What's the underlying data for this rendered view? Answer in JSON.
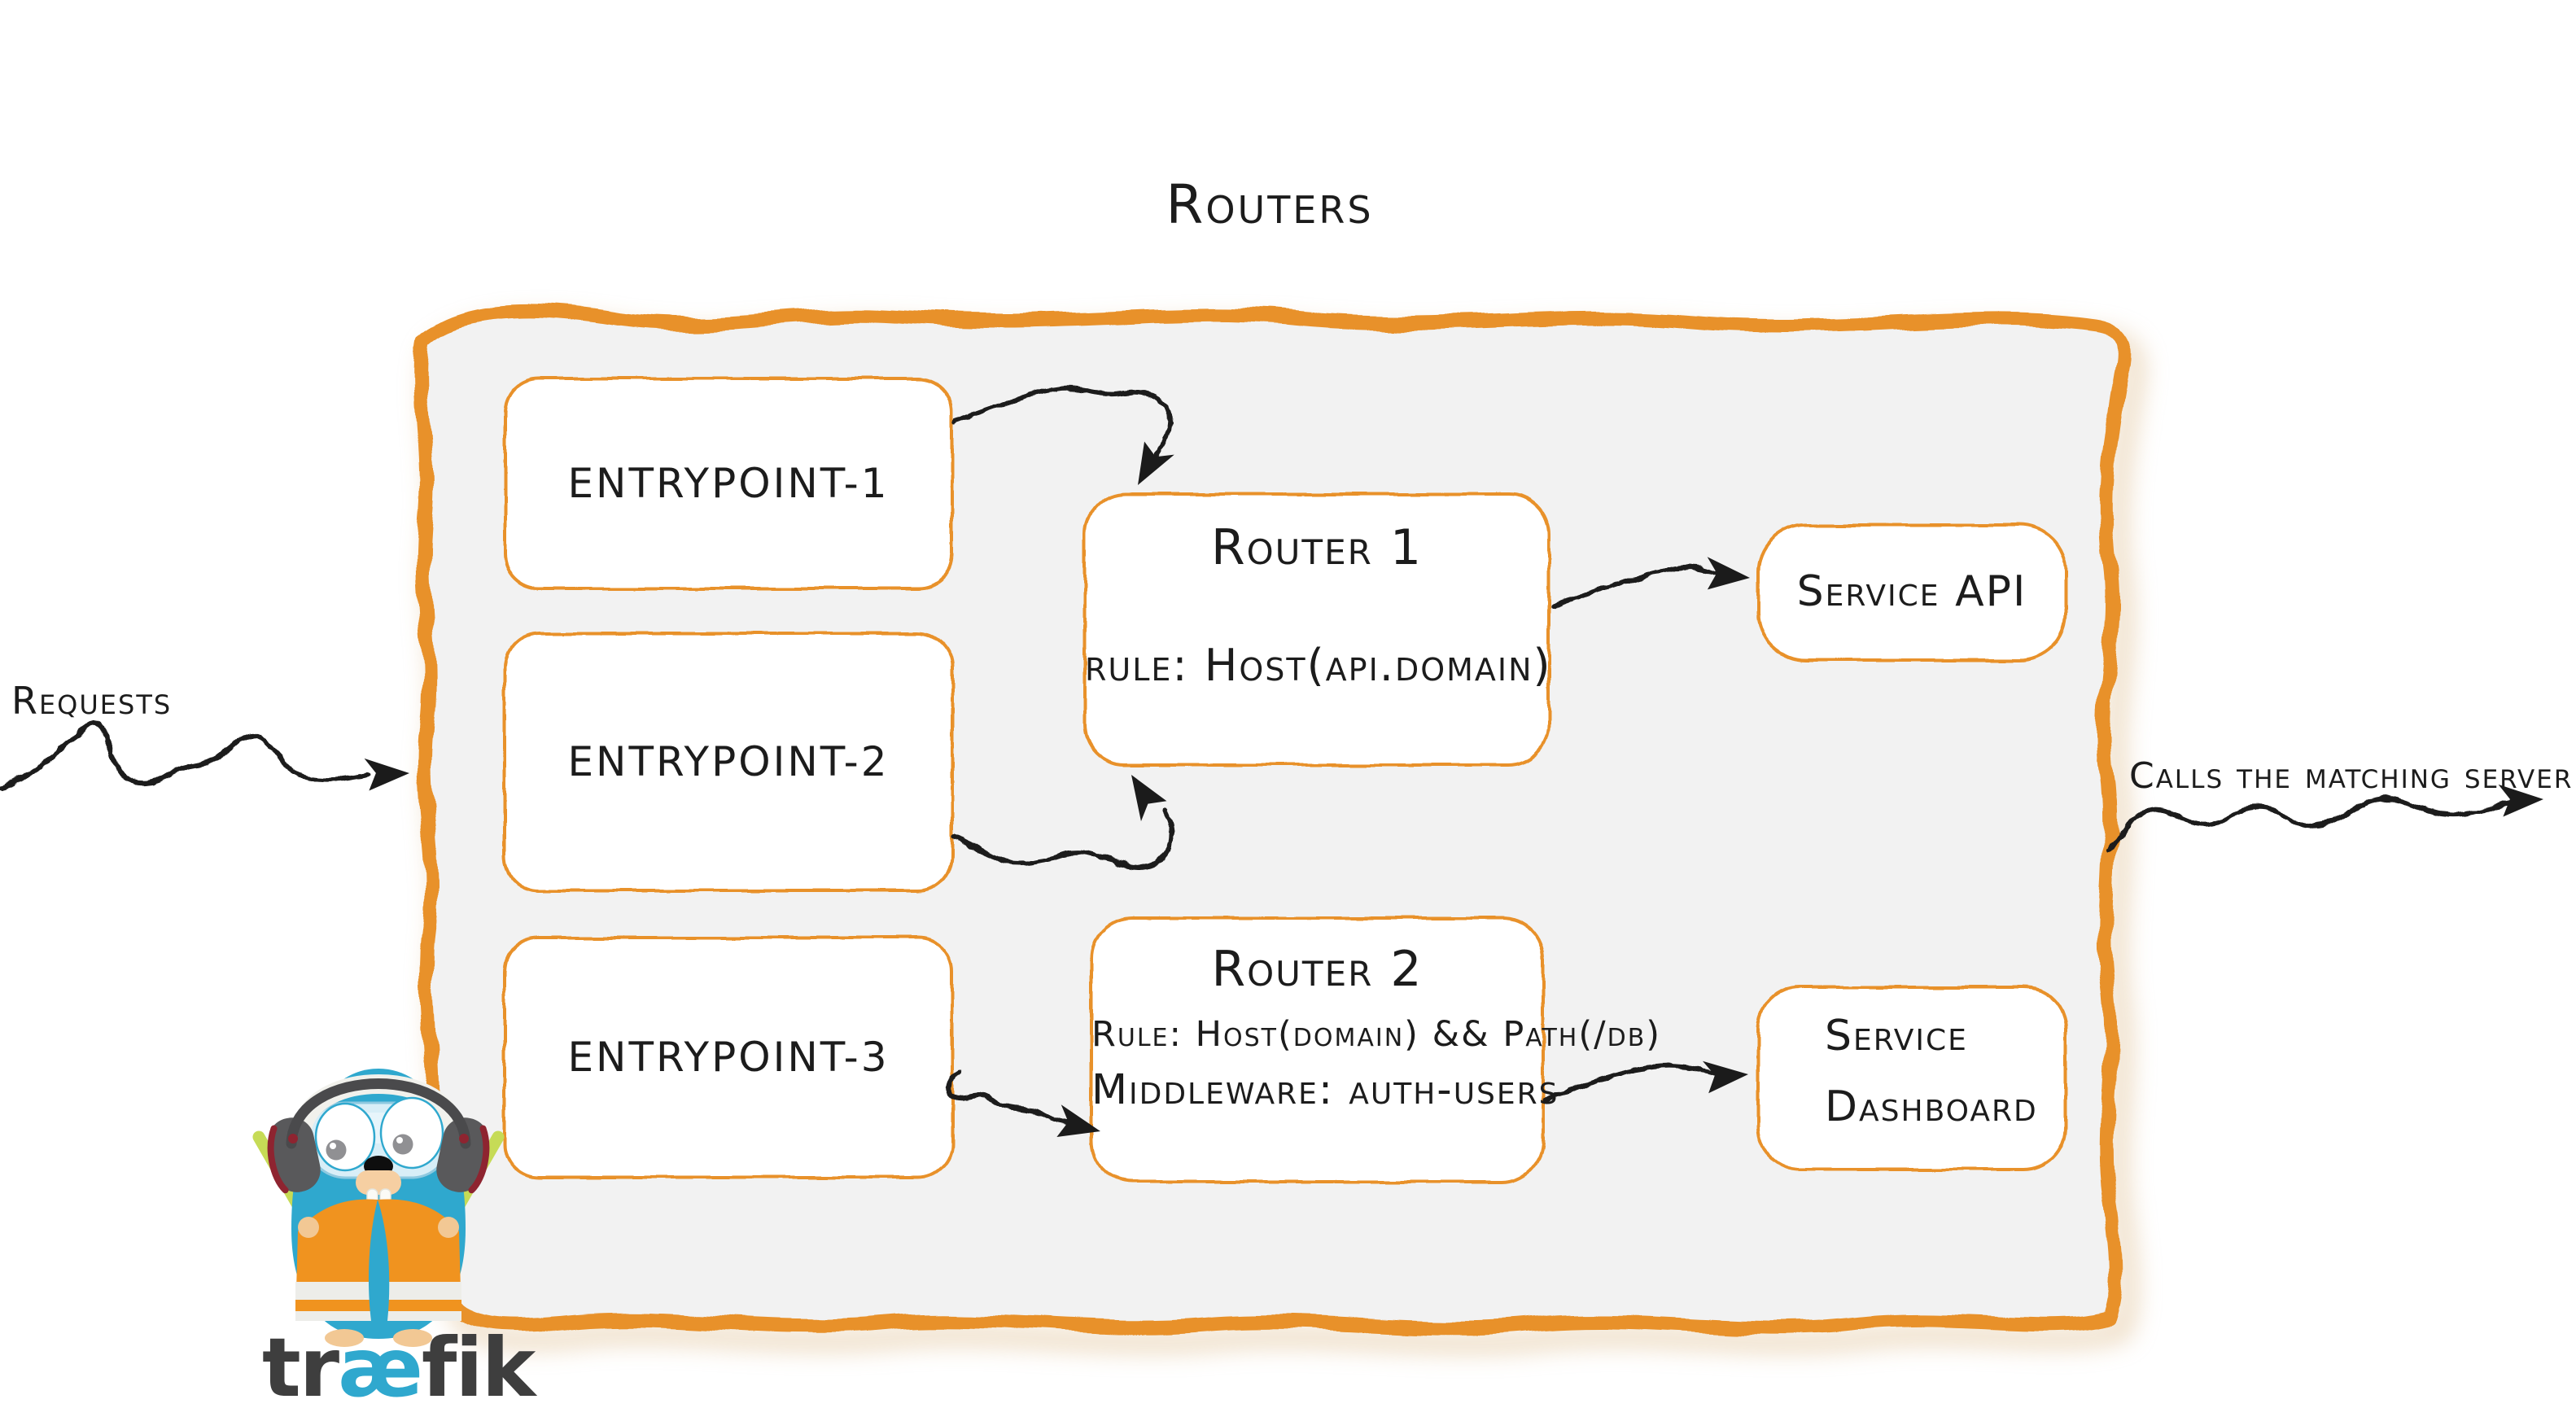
{
  "diagram": {
    "title": "Routers",
    "requests_label": "Requests",
    "calls_label": "Calls the matching server",
    "entrypoints": [
      {
        "label": "entrypoint-1"
      },
      {
        "label": "entrypoint-2"
      },
      {
        "label": "entrypoint-3"
      }
    ],
    "routers": [
      {
        "title": "Router 1",
        "rule": "rule: Host(api.domain)"
      },
      {
        "title": "Router 2",
        "rule": "Rule: Host(domain) && Path(/db)",
        "middleware": "Middleware: auth-users"
      }
    ],
    "services": [
      {
        "label": "Service API"
      },
      {
        "label_line1": "Service",
        "label_line2": "Dashboard"
      }
    ],
    "logo": {
      "prefix": "tr",
      "ae": "æ",
      "suffix": "fik"
    },
    "colors": {
      "accent_orange": "#E8912C",
      "panel_gray": "#F2F2F2",
      "ink_black": "#1C1C1C",
      "brand_teal": "#2FA8CE",
      "vest_orange": "#F0931F",
      "baton_green": "#C6DB56"
    }
  }
}
